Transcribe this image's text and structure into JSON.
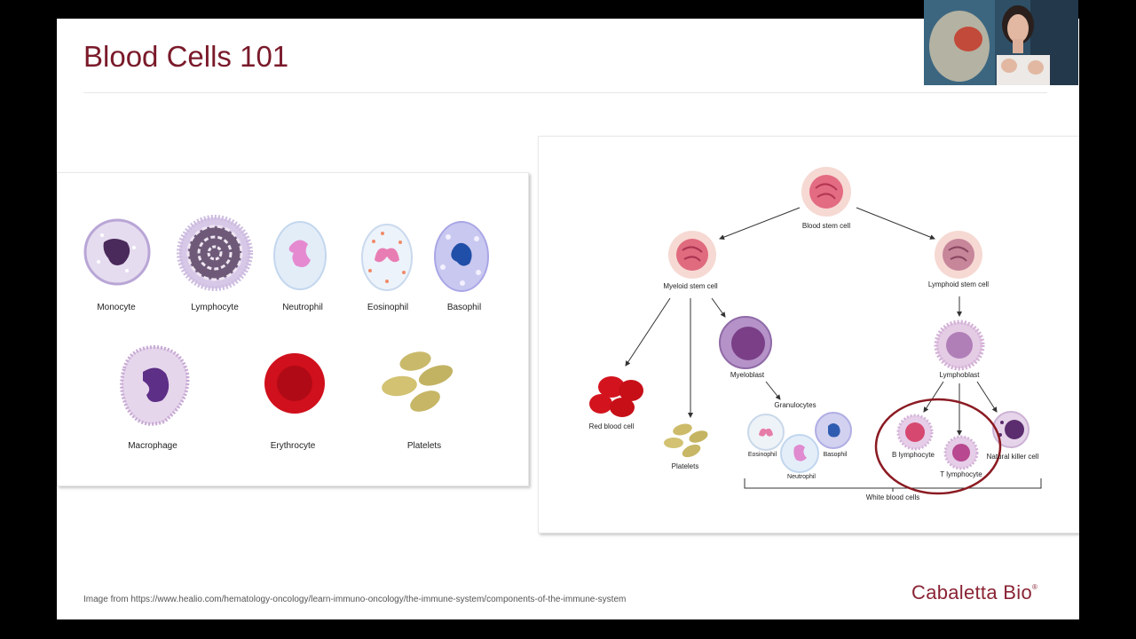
{
  "slide": {
    "title": "Blood Cells 101",
    "source_note": "Image from https://www.healio.com/hematology-oncology/learn-immuno-oncology/the-immune-system/components-of-the-immune-system",
    "brand": "Cabaletta Bio",
    "brand_mark": "®"
  },
  "left_panel": {
    "row1": [
      "Monocyte",
      "Lymphocyte",
      "Neutrophil",
      "Eosinophil",
      "Basophil"
    ],
    "row2": [
      "Macrophage",
      "Erythrocyte",
      "Platelets"
    ]
  },
  "tree": {
    "blood_stem_cell": "Blood stem cell",
    "myeloid_stem_cell": "Myeloid stem cell",
    "lymphoid_stem_cell": "Lymphoid stem cell",
    "red_blood_cell": "Red blood cell",
    "platelets": "Platelets",
    "myeloblast": "Myeloblast",
    "granulocytes": "Granulocytes",
    "eosinophil": "Eosinophil",
    "basophil": "Basophil",
    "neutrophil": "Neutrophil",
    "lymphoblast": "Lymphoblast",
    "b_lymphocyte": "B lymphocyte",
    "t_lymphocyte": "T lymphocyte",
    "natural_killer_cell": "Natural killer cell",
    "white_blood_cells": "White blood cells"
  },
  "colors": {
    "title": "#7a1a2a",
    "brand": "#8a2434",
    "highlight_circle": "#8b1a22"
  }
}
